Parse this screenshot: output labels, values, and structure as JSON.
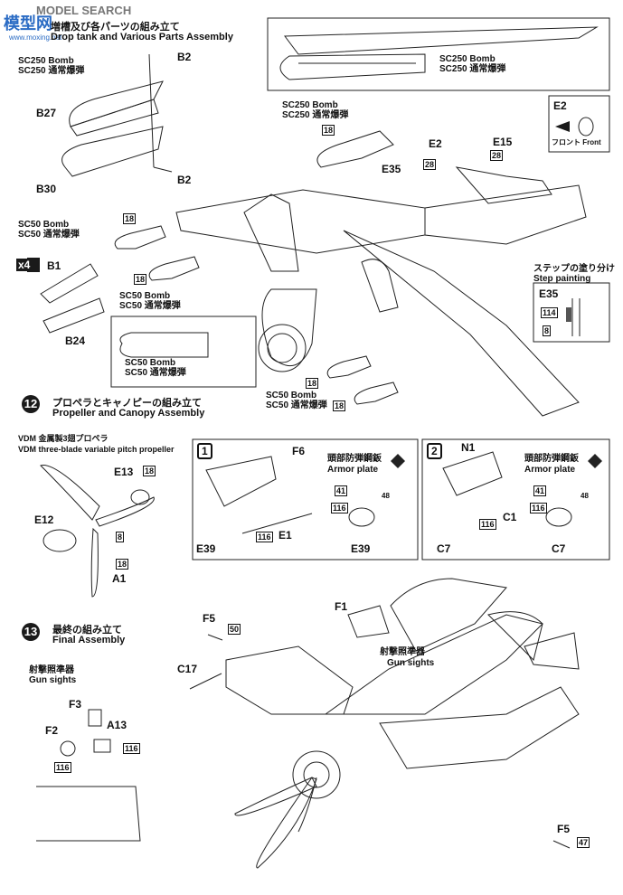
{
  "watermark": {
    "brand": "MODEL SEARCH",
    "site_cn": "模型网",
    "site_url": "www.moxing.net"
  },
  "step11": {
    "title_jp": "増槽及び各パーツの組み立て",
    "title_en": "Drop tank and Various Parts Assembly"
  },
  "step12": {
    "num": "12",
    "title_jp": "プロペラとキャノピーの組み立て",
    "title_en": "Propeller and Canopy Assembly"
  },
  "step13": {
    "num": "13",
    "title_jp": "最終の組み立て",
    "title_en": "Final Assembly"
  },
  "bombs": {
    "sc250_en": "SC250 Bomb",
    "sc250_jp": "SC250 通常爆弾",
    "sc50_en": "SC50 Bomb",
    "sc50_jp": "SC50 通常爆弾"
  },
  "parts": {
    "b2": "B2",
    "b27": "B27",
    "b30": "B30",
    "b1": "B1",
    "b24": "B24",
    "x4": "x4",
    "e2": "E2",
    "e15": "E15",
    "e35": "E35",
    "e13": "E13",
    "e12": "E12",
    "a1": "A1",
    "f6": "F6",
    "e1": "E1",
    "e39": "E39",
    "n1": "N1",
    "c1": "C1",
    "c7": "C7",
    "f1": "F1",
    "f5": "F5",
    "c17": "C17",
    "f3": "F3",
    "f2": "F2",
    "a13": "A13"
  },
  "paint": {
    "p18": "18",
    "p28": "28",
    "p114": "114",
    "p8": "8",
    "p41": "41",
    "p116": "116",
    "p48": "48",
    "p50": "50",
    "p47": "47"
  },
  "front_box": {
    "label": "E2",
    "text": "フロント Front"
  },
  "step_paint": {
    "title_jp": "ステップの塗り分け",
    "title_en": "Step painting",
    "part": "E35"
  },
  "propeller": {
    "jp": "VDM 金属製3翅プロペラ",
    "en": "VDM three-blade variable pitch propeller"
  },
  "armor": {
    "jp": "頭部防弾鋼鈑",
    "en": "Armor plate"
  },
  "sub1": "1",
  "sub2": "2",
  "gunsight": {
    "jp": "射撃照準器",
    "en": "Gun sights"
  }
}
